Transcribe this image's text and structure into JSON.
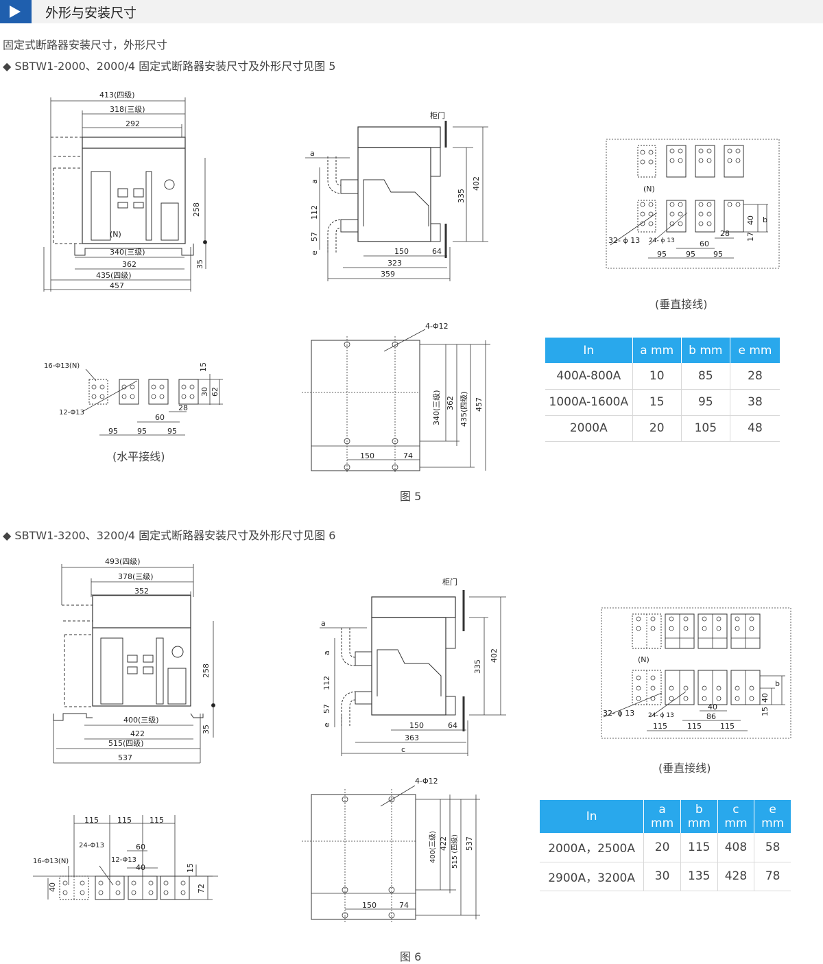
{
  "header": {
    "title": "外形与安装尺寸"
  },
  "intro": {
    "line1": "固定式断路器安装尺寸，外形尺寸",
    "bullet_symbol": "◆",
    "line2": "SBTW1-2000、2000/4 固定式断路器安装尺寸及外形尺寸见图 5",
    "line3": "SBTW1-3200、3200/4 固定式断路器安装尺寸及外形尺寸见图 6"
  },
  "fig5": {
    "caption": "图 5",
    "front": {
      "d413": "413(四级)",
      "d318": "318(三级)",
      "d292": "292",
      "d258": "258",
      "n": "(N)",
      "d340": "340(三级)",
      "d362": "362",
      "d35": "35",
      "d435": "435(四级)",
      "d457": "457"
    },
    "side": {
      "door": "柜门",
      "a1": "a",
      "a2": "a",
      "d112": "112",
      "d57": "57",
      "e": "e",
      "d335": "335",
      "d402": "402",
      "d150": "150",
      "d64": "64",
      "d323": "323",
      "d359": "359"
    },
    "vertical": {
      "n": "(N)",
      "holes32": "32- ϕ 13",
      "holes24": "24- ϕ 13",
      "d40": "40",
      "b": "b",
      "d28": "28",
      "d60": "60",
      "d17": "17",
      "d95a": "95",
      "d95b": "95",
      "d95c": "95",
      "caption": "(垂直接线)"
    },
    "horizontal": {
      "holes16": "16-Φ13(N)",
      "holes12": "12-Φ13",
      "d15": "15",
      "d30": "30",
      "d62": "62",
      "d60": "60",
      "d28": "28",
      "d95a": "95",
      "d95b": "95",
      "d95c": "95",
      "caption": "(水平接线)"
    },
    "mount": {
      "holes": "4-Φ12",
      "d340": "340(三级)",
      "d362": "362",
      "d435": "435(四级)",
      "d457": "457",
      "d150": "150",
      "d74": "74"
    },
    "table": {
      "headers": [
        "In",
        "a mm",
        "b mm",
        "e mm"
      ],
      "rows": [
        [
          "400A-800A",
          "10",
          "85",
          "28"
        ],
        [
          "1000A-1600A",
          "15",
          "95",
          "38"
        ],
        [
          "2000A",
          "20",
          "105",
          "48"
        ]
      ]
    }
  },
  "fig6": {
    "caption": "图 6",
    "front": {
      "d493": "493(四级)",
      "d378": "378(三级)",
      "d352": "352",
      "d258": "258",
      "d400": "400(三级)",
      "d422": "422",
      "d35": "35",
      "d515": "515(四级)",
      "d537": "537"
    },
    "side": {
      "door": "柜门",
      "a1": "a",
      "a2": "a",
      "d112": "112",
      "d57": "57",
      "e": "e",
      "d335": "335",
      "d402": "402",
      "d150": "150",
      "d64": "64",
      "d363": "363",
      "c": "c"
    },
    "vertical": {
      "n": "(N)",
      "holes32": "32- ϕ 13",
      "holes24": "24- ϕ 13",
      "d40a": "40",
      "d40b": "40",
      "b": "b",
      "d86": "86",
      "d15": "15",
      "d115a": "115",
      "d115b": "115",
      "d115c": "115",
      "caption": "(垂直接线)"
    },
    "horizontal": {
      "d115a": "115",
      "d115b": "115",
      "d115c": "115",
      "holes24": "24-Φ13",
      "d60": "60",
      "holes12": "12-Φ13",
      "d40a": "40",
      "holes16": "16-Φ13(N)",
      "d15": "15",
      "d40b": "40",
      "d72": "72"
    },
    "mount": {
      "holes": "4-Φ12",
      "d400": "400(三级)",
      "d422": "422",
      "d515": "515 (四级)",
      "d537": "537",
      "d150": "150",
      "d74": "74"
    },
    "table": {
      "headers": [
        [
          "In"
        ],
        [
          "a",
          "mm"
        ],
        [
          "b",
          "mm"
        ],
        [
          "c",
          "mm"
        ],
        [
          "e",
          "mm"
        ]
      ],
      "rows": [
        [
          "2000A，2500A",
          "20",
          "115",
          "408",
          "58"
        ],
        [
          "2900A，3200A",
          "30",
          "135",
          "428",
          "78"
        ]
      ]
    }
  }
}
